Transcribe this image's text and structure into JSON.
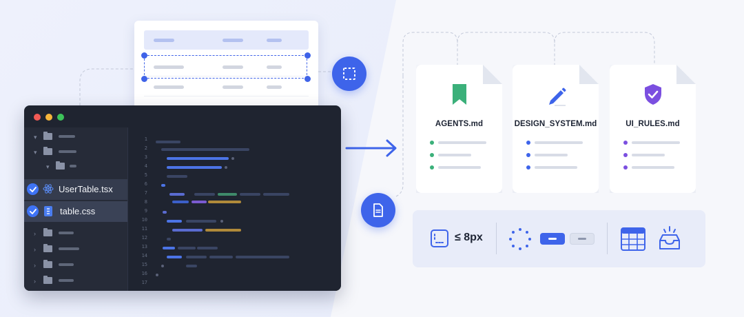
{
  "editor": {
    "files": [
      {
        "label": "UserTable.tsx",
        "icon": "react-icon",
        "checked": true
      },
      {
        "label": "table.css",
        "icon": "css-file-icon",
        "checked": true
      }
    ],
    "line_numbers": [
      "1",
      "2",
      "3",
      "4",
      "5",
      "6",
      "7",
      "8",
      "9",
      "10",
      "11",
      "12",
      "13",
      "14",
      "15",
      "16",
      "17"
    ]
  },
  "docs": [
    {
      "title": "AGENTS.md",
      "icon": "bookmark-icon",
      "color": "#3bb07a"
    },
    {
      "title": "DESIGN_SYSTEM.md",
      "icon": "pencil-icon",
      "color": "#3e64ea"
    },
    {
      "title": "UI_RULES.md",
      "icon": "shield-check-icon",
      "color": "#7b4fe0"
    }
  ],
  "rules_panel": {
    "spacing_label": "≤ 8px"
  },
  "colors": {
    "accent": "#3e64ea",
    "editor_bg": "#1f2430",
    "green": "#3bb07a",
    "purple": "#7b4fe0"
  }
}
